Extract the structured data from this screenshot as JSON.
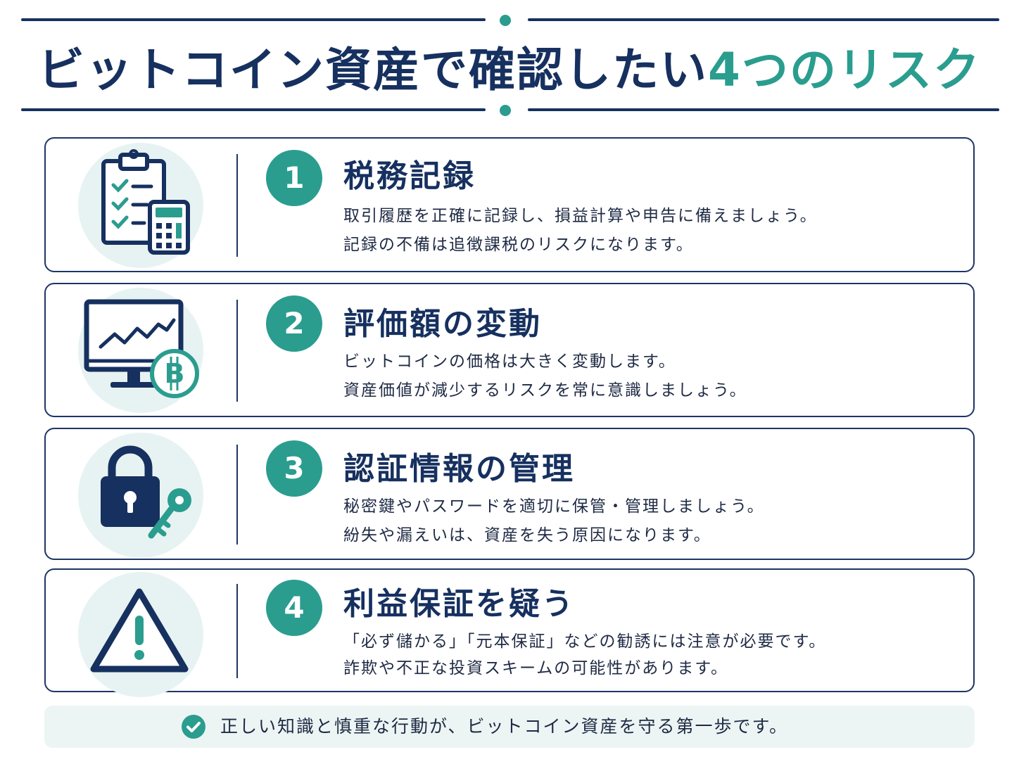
{
  "header": {
    "title_main": "ビットコイン資産で確認したい",
    "title_accent": "4つのリスク"
  },
  "colors": {
    "navy": "#16305f",
    "teal": "#2a9d8f",
    "icon_bg": "#e7f3f2",
    "footer_bg": "#ecf5f4"
  },
  "risks": [
    {
      "number": "1",
      "heading": "税務記録",
      "icon": "clipboard-calculator-icon",
      "lines": [
        "取引履歴を正確に記録し、損益計算や申告に備えましょう。",
        "記録の不備は追徴課税のリスクになります。"
      ]
    },
    {
      "number": "2",
      "heading": "評価額の変動",
      "icon": "monitor-chart-bitcoin-icon",
      "lines": [
        "ビットコインの価格は大きく変動します。",
        "資産価値が減少するリスクを常に意識しましょう。"
      ]
    },
    {
      "number": "3",
      "heading": "認証情報の管理",
      "icon": "lock-key-icon",
      "lines": [
        "秘密鍵やパスワードを適切に保管・管理しましょう。",
        "紛失や漏えいは、資産を失う原因になります。"
      ]
    },
    {
      "number": "4",
      "heading": "利益保証を疑う",
      "icon": "warning-triangle-icon",
      "lines": [
        "「必ず儲かる」「元本保証」などの勧誘には注意が必要です。",
        "詐欺や不正な投資スキームの可能性があります。"
      ]
    }
  ],
  "footer": {
    "icon": "check-circle-icon",
    "text": "正しい知識と慎重な行動が、ビットコイン資産を守る第一歩です。"
  }
}
